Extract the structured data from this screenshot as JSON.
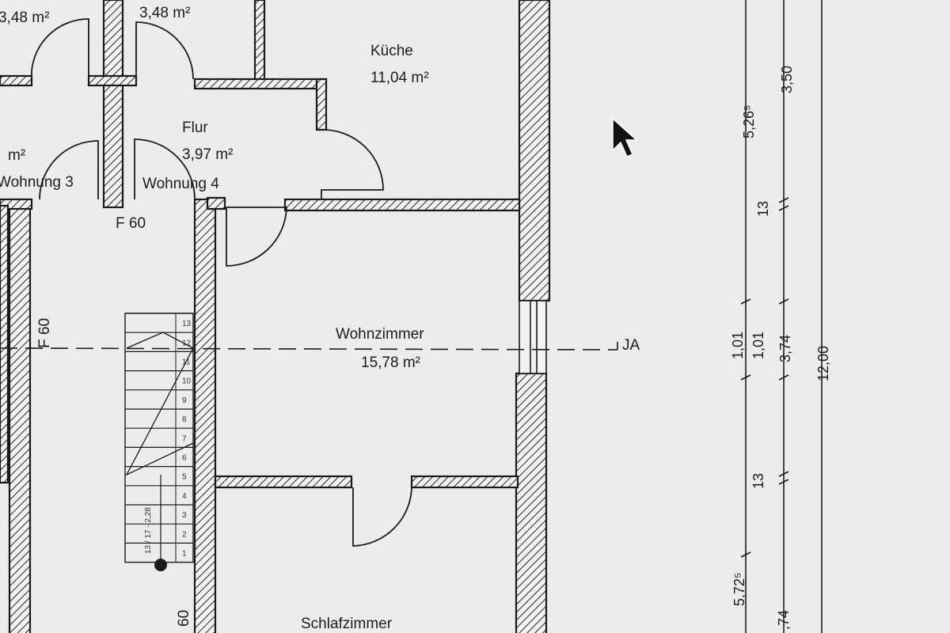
{
  "rooms": {
    "kueche": {
      "name": "Küche",
      "area": "11,04 m²"
    },
    "flur": {
      "name": "Flur",
      "area": "3,97 m²"
    },
    "wohnzimmer": {
      "name": "Wohnzimmer",
      "area": "15,78 m²"
    },
    "schlafzimmer": {
      "name": "Schlafzimmer"
    },
    "bad_left": {
      "area": "3,48 m²"
    },
    "bad_right": {
      "area": "3,48 m²"
    },
    "partial_left": {
      "area": "m²"
    }
  },
  "units": {
    "unit_3": "Wohnung 3",
    "unit_4": "Wohnung 4"
  },
  "annotations": {
    "fire_rating": "F 60",
    "fire_rating_vertical_left": "F 60",
    "fire_rating_vertical_bottom": "60",
    "section_marker": "JA",
    "stair_formula": "13 / 17 - 2,28"
  },
  "stair": {
    "steps": [
      "1",
      "2",
      "3",
      "4",
      "5",
      "6",
      "7",
      "8",
      "9",
      "10",
      "11",
      "12",
      "13"
    ]
  },
  "dimensions": {
    "col1": {
      "top": "5,26⁵",
      "mid_a": "13",
      "mid_b": "1,01",
      "mid_c": "13",
      "bottom": "5,72⁵"
    },
    "col2": {
      "top": "3,50",
      "mid_a": "1,01",
      "mid_b": "3,74",
      "bottom": ",74"
    },
    "col3": {
      "total": "12,00"
    }
  },
  "cursor": {
    "icon": "arrow-cursor-icon"
  }
}
